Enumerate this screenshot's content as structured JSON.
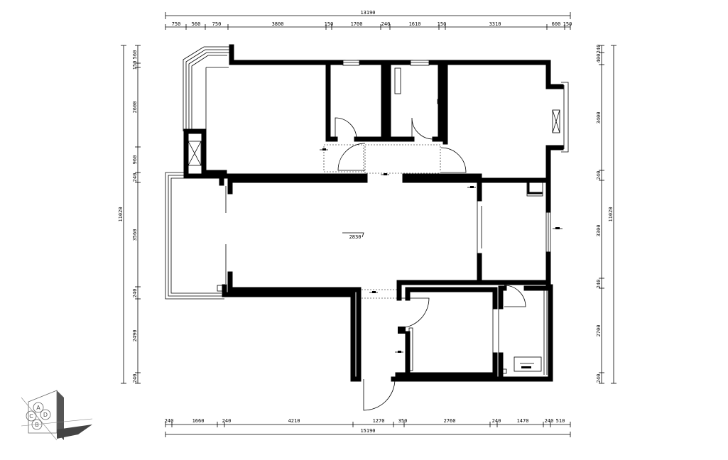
{
  "top_dims": {
    "overall": "13190",
    "segments": [
      "750",
      "560",
      "750",
      "3800",
      "150",
      "1700",
      "240",
      "1610",
      "150",
      "3310",
      "600",
      "150"
    ]
  },
  "bottom_dims": {
    "overall": "15190",
    "segments": [
      "240",
      "1660",
      "240",
      "4210",
      "1270",
      "350",
      "2760",
      "240",
      "1470",
      "240",
      "510"
    ]
  },
  "left_dims": {
    "overall": "11020",
    "segments": [
      "560",
      "150",
      "2600",
      "960",
      "240",
      "3560",
      "240",
      "2490",
      "240"
    ]
  },
  "right_dims": {
    "overall": "11020",
    "segments": [
      "240",
      "400",
      "3400",
      "240",
      "3300",
      "240",
      "2700",
      "240"
    ]
  },
  "room_label": "2830",
  "logo": {
    "letters": [
      "A",
      "C",
      "D",
      "B"
    ]
  }
}
